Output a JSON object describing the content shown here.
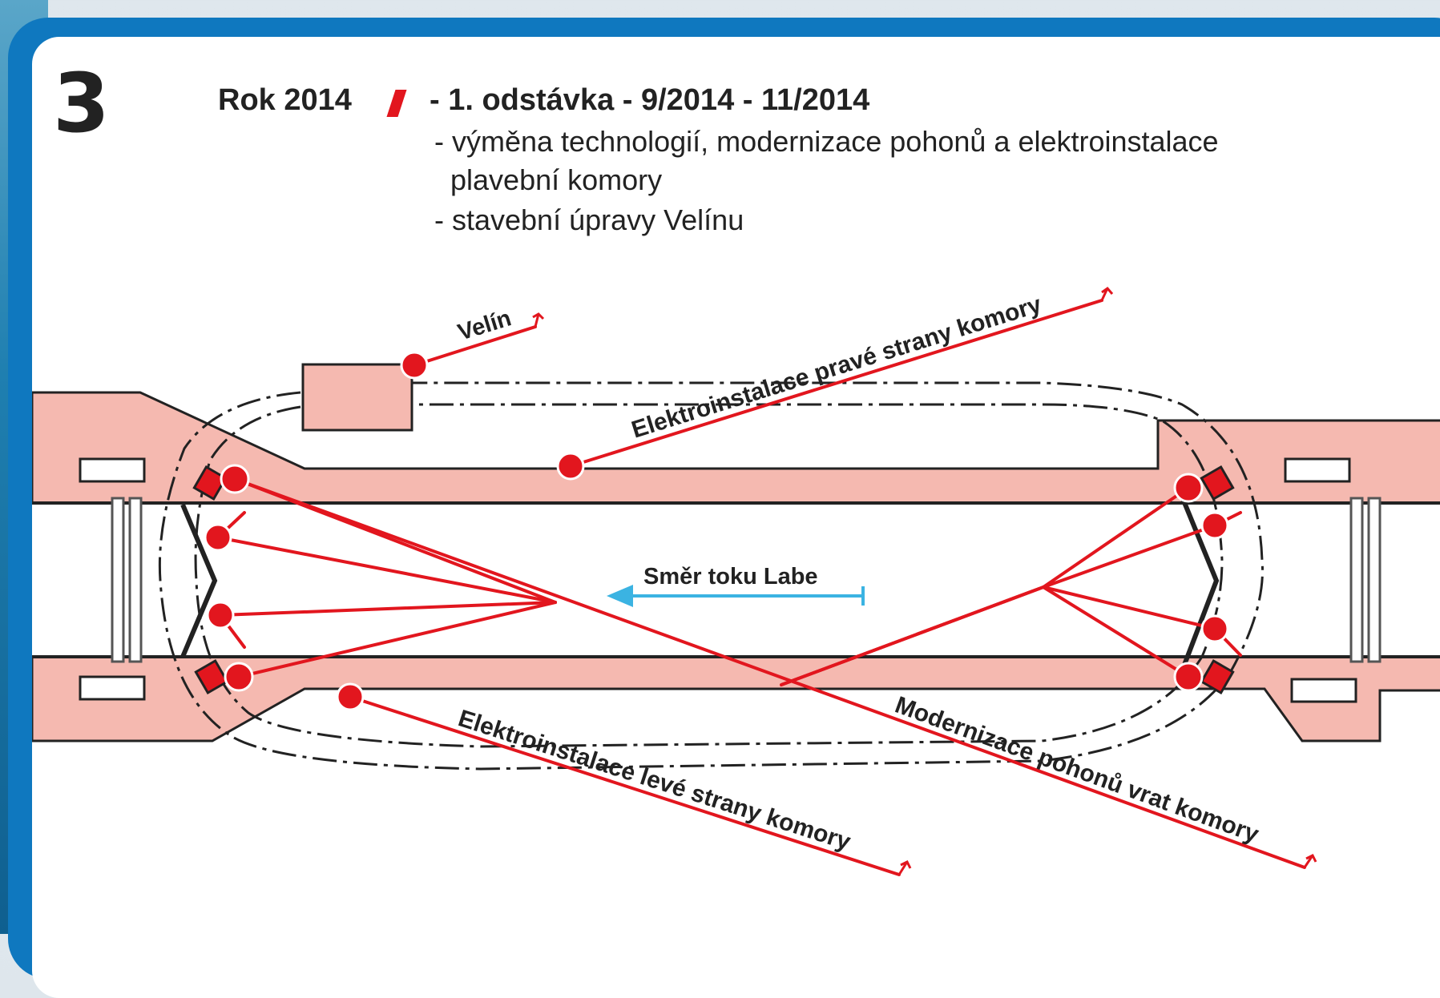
{
  "panel_number": "3",
  "header": {
    "year_label": "Rok 2014",
    "title": "- 1. odstávka - 9/2014 - 11/2014",
    "bullets": [
      "- výměna technologií, modernizace pohonů a elektroinstalace",
      "plavební komory",
      "- stavební úpravy Velínu"
    ]
  },
  "diagram": {
    "labels": {
      "velin": "Velín",
      "right_side": "Elektroinstalace pravé strany komory",
      "left_side": "Elektroinstalace levé strany komory",
      "gates": "Modernizace pohonů vrat komory",
      "flow": "Směr toku Labe"
    }
  },
  "colors": {
    "frame": "#0f78bf",
    "wall_fill": "#f5b9b0",
    "callout_red": "#e2161e",
    "flow_arrow": "#3bb3e2",
    "outline": "#222222"
  }
}
